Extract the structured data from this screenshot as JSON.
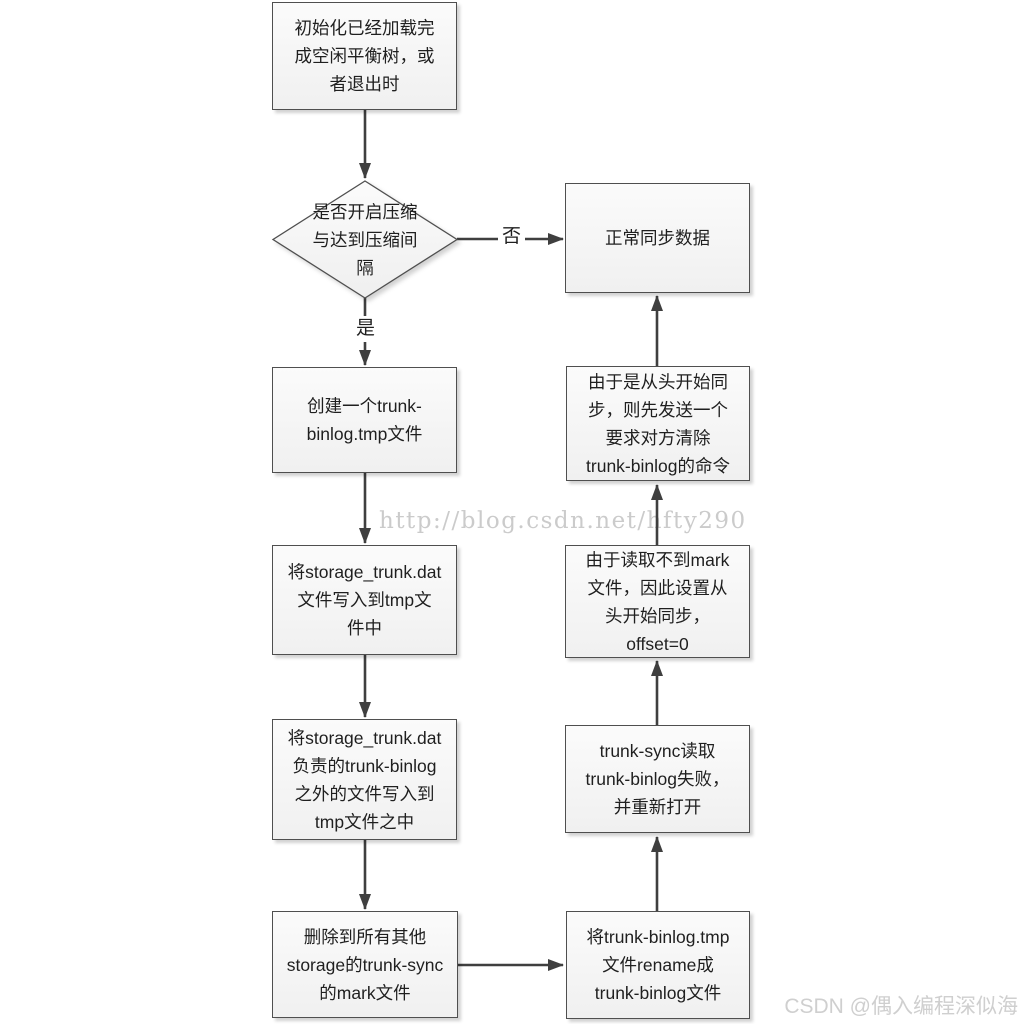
{
  "diagram": {
    "nodes": {
      "init": "初始化已经加载完\n成空闲平衡树，或\n者退出时",
      "decision": "是否开启压缩\n与达到压缩间\n隔",
      "normal_sync": "正常同步数据",
      "create_tmp": "创建一个trunk-\nbinlog.tmp文件",
      "write_dat": "将storage_trunk.dat\n文件写入到tmp文\n件中",
      "write_others": "将storage_trunk.dat\n负责的trunk-binlog\n之外的文件写入到\ntmp文件之中",
      "delete_mark": "删除到所有其他\nstorage的trunk-sync\n的mark文件",
      "rename_tmp": "将trunk-binlog.tmp\n文件rename成\ntrunk-binlog文件",
      "reopen": "trunk-sync读取\ntrunk-binlog失败，\n并重新打开",
      "offset_zero": "由于读取不到mark\n文件，因此设置从\n头开始同步，\noffset=0",
      "clear_cmd": "由于是从头开始同\n步，则先发送一个\n要求对方清除\ntrunk-binlog的命令"
    },
    "edge_labels": {
      "no": "否",
      "yes": "是"
    }
  },
  "watermarks": {
    "url": "http://blog.csdn.net/hfty290",
    "credit": "CSDN @偶入编程深似海"
  },
  "colors": {
    "arrow_line": "#3f3f3f",
    "node_border": "#4f4f4f",
    "node_fill_top": "#fbfbfb",
    "node_fill_bottom": "#f0f0f0",
    "text": "#1f1f1f",
    "watermark": "#cbcbcb"
  }
}
